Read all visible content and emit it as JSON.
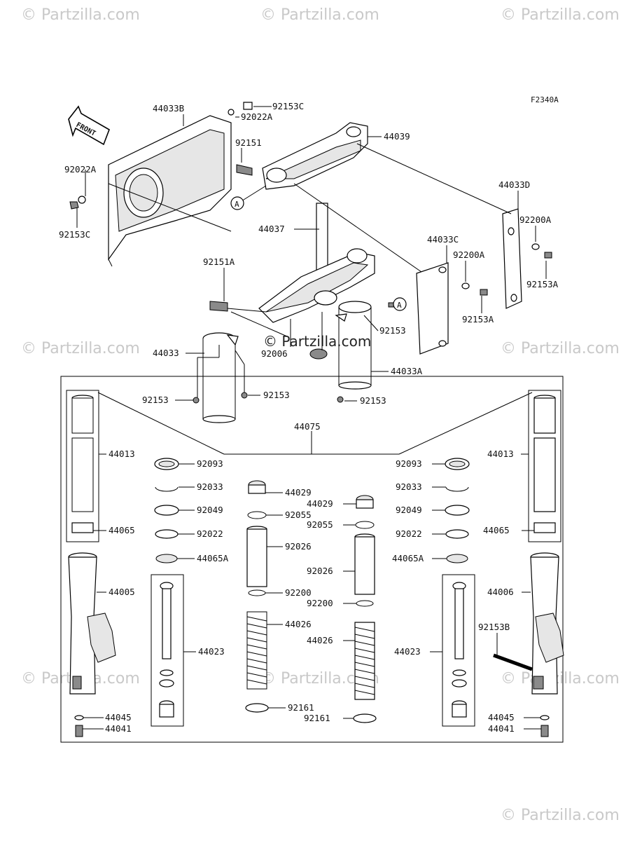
{
  "diagram_code": "F2340A",
  "front_label": "FRONT",
  "ref_marker": "A",
  "watermarks": [
    "© Partzilla.com",
    "© Partzilla.com",
    "© Partzilla.com",
    "© Partzilla.com",
    "© Partzilla.com",
    "© Partzilla.com",
    "© Partzilla.com",
    "© Partzilla.com",
    "© Partzilla.com"
  ],
  "center_watermark": "© Partzilla.com",
  "parts": [
    "44033B",
    "92153C",
    "92022A",
    "44039",
    "92151",
    "92022A",
    "92153C",
    "44033D",
    "92200A",
    "92153A",
    "44037",
    "44033C",
    "92200A",
    "92153A",
    "92151A",
    "92153",
    "92006",
    "44033",
    "44033A",
    "92153",
    "92153",
    "92153",
    "44075",
    "44013",
    "92093",
    "92033",
    "92049",
    "44065",
    "92022",
    "44065A",
    "44005",
    "44023",
    "44045",
    "44041",
    "44029",
    "92055",
    "92026",
    "92200",
    "44026",
    "92161",
    "44029",
    "92055",
    "92026",
    "92200",
    "44026",
    "92161",
    "44013",
    "92093",
    "92033",
    "92049",
    "44065",
    "92022",
    "44065A",
    "44006",
    "92153B",
    "44023",
    "44045",
    "44041"
  ]
}
